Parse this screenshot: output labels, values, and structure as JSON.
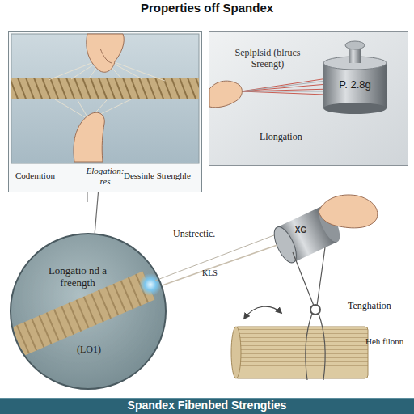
{
  "diagram": {
    "title": "Properties off Spandex",
    "nodes": [
      {
        "text": [
          "Codemtion",
          "Elogation: res",
          "Dessinle Strenghle"
        ]
      },
      {
        "text": [
          "Seplplsid (blrucs Sreengt)",
          "Llongation"
        ]
      },
      {
        "text": [
          "P. 2.8g"
        ],
        "in": 1
      },
      {
        "text": [
          "Longatio nd a freength",
          "(LO1)"
        ]
      },
      {
        "text": [
          "XG"
        ]
      },
      {
        "text": [
          "Spandex Fibenbed Strengties"
        ]
      }
    ],
    "edges": [
      {
        "from": 0,
        "to": 3,
        "arrow": "none"
      },
      {
        "from": 3,
        "to": 4,
        "label": "KLS",
        "arrow": "none"
      }
    ],
    "labels": [
      "Unstrectic.",
      "Tenghation",
      "Heh filonn"
    ]
  }
}
